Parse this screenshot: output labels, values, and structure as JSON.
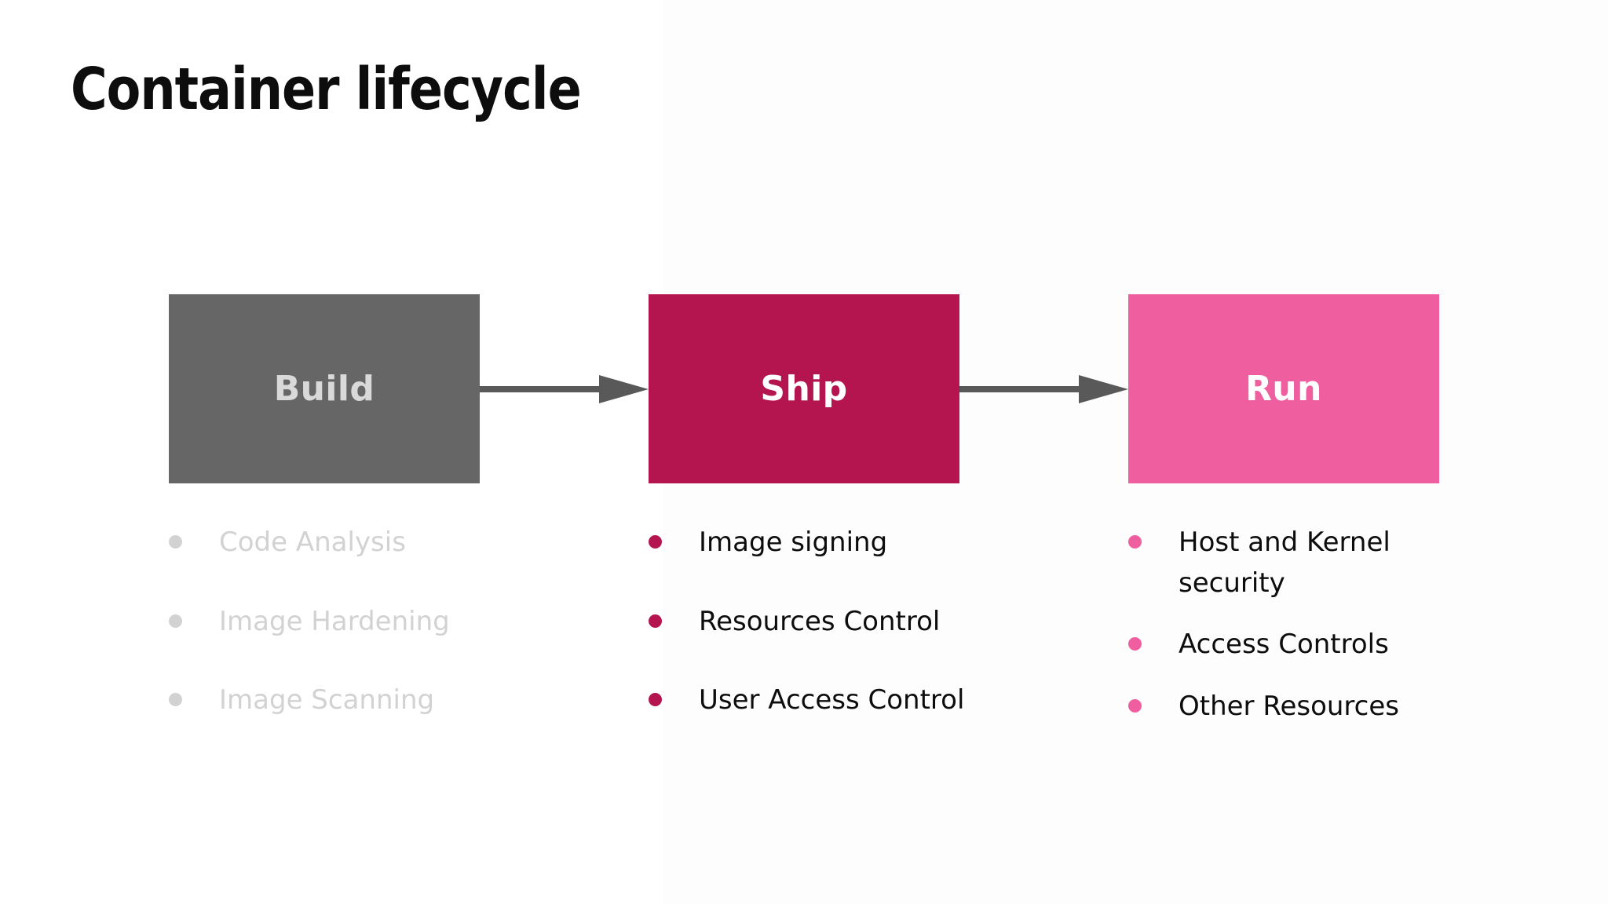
{
  "page": {
    "title": "Container lifecycle",
    "background_color": "#ffffff"
  },
  "colors": {
    "build": "#666666",
    "build_label": "#d9d9d9",
    "build_dim_text": "#d2d2d2",
    "ship": "#b5154f",
    "run": "#ef5fa0",
    "arrow": "#595959",
    "text": "#0d0d0d"
  },
  "stages": [
    {
      "id": "build",
      "label": "Build",
      "state": "dimmed",
      "box_color": "#666666",
      "bullet_color": "#d2d2d2",
      "items": [
        "Code Analysis",
        "Image Hardening",
        "Image Scanning"
      ]
    },
    {
      "id": "ship",
      "label": "Ship",
      "state": "active",
      "box_color": "#b5154f",
      "bullet_color": "#b5154f",
      "items": [
        "Image signing",
        "Resources Control",
        "User Access Control"
      ]
    },
    {
      "id": "run",
      "label": "Run",
      "state": "active",
      "box_color": "#ef5fa0",
      "bullet_color": "#ef5fa0",
      "items": [
        "Host and Kernel security",
        "Access Controls",
        "Other Resources"
      ]
    }
  ],
  "connectors": [
    {
      "id": "build-to-ship",
      "from": "Build",
      "to": "Ship",
      "style": "solid-arrow",
      "color": "#595959"
    },
    {
      "id": "ship-to-run",
      "from": "Ship",
      "to": "Run",
      "style": "solid-arrow",
      "color": "#595959"
    }
  ]
}
